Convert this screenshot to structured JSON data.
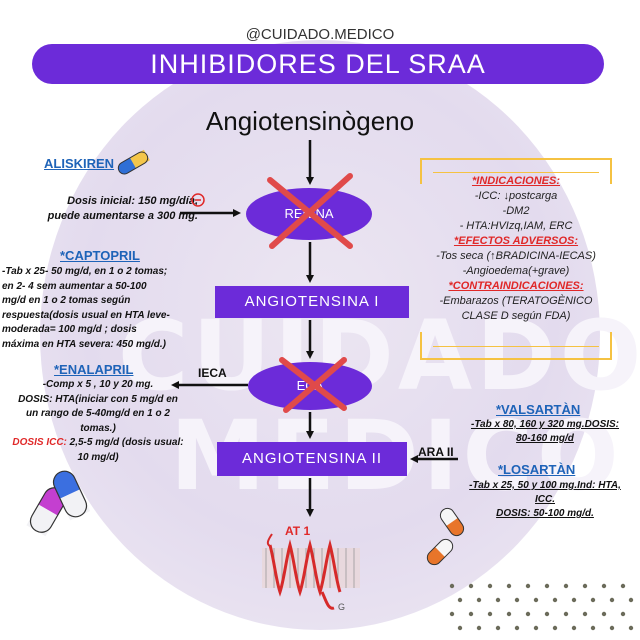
{
  "header": {
    "handle": "@CUIDADO.MEDICO",
    "title": "INHIBIDORES DEL SRAA"
  },
  "watermark": {
    "line1": "CUIDADO",
    "line2": "MEDICO"
  },
  "flow": {
    "start": "Angiotensinògeno",
    "renina": "RENINA",
    "angio1": "ANGIOTENSINA I",
    "eca": "ECA",
    "angio2": "ANGIOTENSINA II",
    "at1": "AT 1",
    "ieca_label": "IECA",
    "ara_label": "ARA II"
  },
  "aliskiren": {
    "name": "ALISKIREN",
    "dose_line1": "Dosis inicial: 150 mg/día,",
    "dose_line2": "puede aumentarse a 300 mg."
  },
  "captopril": {
    "name": "*CAPTOPRIL",
    "lines": [
      "-Tab x 25- 50 mg/d, en 1 o 2 tomas;",
      "en 2- 4 sem aumentar a  50-100",
      "mg/d en 1 o 2 tomas según",
      "respuesta(dosis usual en HTA leve-",
      "moderada= 100 mg/d ; dosis",
      "máxima en HTA severa: 450 mg/d.)"
    ]
  },
  "enalapril": {
    "name": "*ENALAPRIL",
    "lines": [
      "-Comp x 5 , 10 y 20 mg.",
      "DOSIS: HTA(iniciar con 5 mg/d en",
      "un rango de 5-40mg/d en 1 o 2",
      "tomas.)"
    ],
    "icc_label": "DOSIS ICC:",
    "icc_text": " 2,5-5 mg/d (dosis usual:",
    "icc_text2": "10 mg/d)"
  },
  "info_box": {
    "ind_title": "*INDICACIONES:",
    "ind_lines": [
      "-ICC: ↓postcarga",
      "-DM2",
      "- HTA:HVIzq,IAM, ERC"
    ],
    "adv_title": "*EFECTOS  ADVERSOS:",
    "adv_lines": [
      "-Tos seca (↑BRADICINA-IECAS)",
      "-Angioedema(+grave)"
    ],
    "contra_title": "*CONTRAINDICACIONES:",
    "contra_lines": [
      "-Embarazos (TERATOGÈNICO",
      "CLASE D según FDA)"
    ]
  },
  "valsartan": {
    "name": "*VALSARTÀN",
    "line1": "-Tab x 80, 160 y 320 mg.DOSIS:",
    "line2": "80-160 mg/d"
  },
  "losartan": {
    "name": "*LOSARTÀN",
    "line1": "-Tab x 25, 50 y 100 mg.Ind: HTA,",
    "line2": "ICC.",
    "line3": "DOSIS: 50-100 mg/d."
  },
  "colors": {
    "primary": "#6c2bd9",
    "blue": "#1e63b8",
    "red": "#e02828",
    "yellow": "#f5c242"
  }
}
